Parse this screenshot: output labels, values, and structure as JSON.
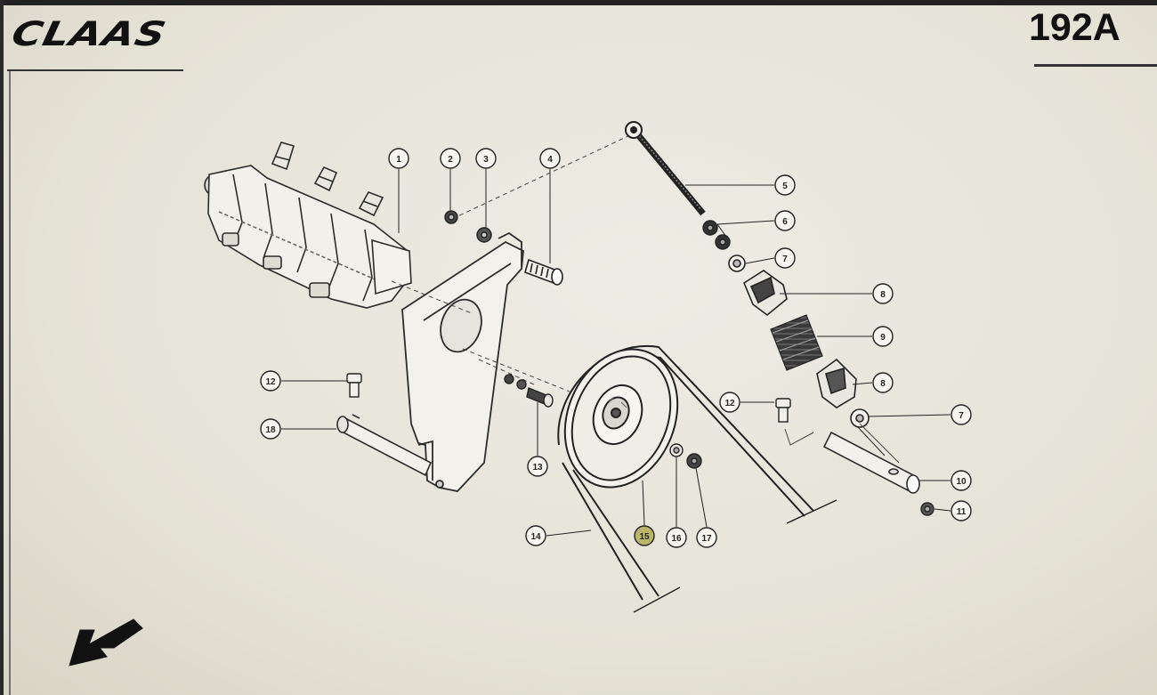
{
  "header": {
    "brand": "CLAAS",
    "page_number": "192A"
  },
  "callouts": [
    {
      "id": "c1",
      "label": "1"
    },
    {
      "id": "c2",
      "label": "2"
    },
    {
      "id": "c3",
      "label": "3"
    },
    {
      "id": "c4",
      "label": "4"
    },
    {
      "id": "c5",
      "label": "5"
    },
    {
      "id": "c6",
      "label": "6"
    },
    {
      "id": "c7a",
      "label": "7"
    },
    {
      "id": "c8a",
      "label": "8"
    },
    {
      "id": "c9",
      "label": "9"
    },
    {
      "id": "c8b",
      "label": "8"
    },
    {
      "id": "c7b",
      "label": "7"
    },
    {
      "id": "c12a",
      "label": "12"
    },
    {
      "id": "c12b",
      "label": "12"
    },
    {
      "id": "c18",
      "label": "18"
    },
    {
      "id": "c13",
      "label": "13"
    },
    {
      "id": "c10",
      "label": "10"
    },
    {
      "id": "c11",
      "label": "11"
    },
    {
      "id": "c14",
      "label": "14"
    },
    {
      "id": "c15",
      "label": "15"
    },
    {
      "id": "c16",
      "label": "16"
    },
    {
      "id": "c17",
      "label": "17"
    }
  ],
  "highlighted_callout": "c15",
  "colors": {
    "ink": "#222222",
    "highlight": "#b9b66a"
  },
  "navigation": {
    "back_icon": "arrow-down-left-icon"
  }
}
